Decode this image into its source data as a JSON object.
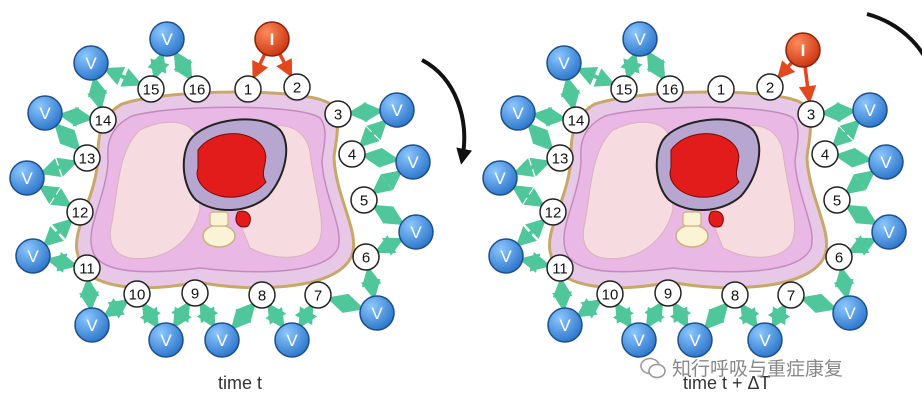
{
  "panels": [
    {
      "caption": "time t",
      "electrodes": [
        "1",
        "2",
        "3",
        "4",
        "5",
        "6",
        "7",
        "8",
        "9",
        "10",
        "11",
        "12",
        "13",
        "14",
        "15",
        "16"
      ],
      "injection_label": "I",
      "injection_electrodes": [
        "1",
        "2"
      ],
      "voltage_label": "V",
      "rotation": "clockwise"
    },
    {
      "caption": "time t + ΔT",
      "electrodes": [
        "1",
        "2",
        "3",
        "4",
        "5",
        "6",
        "7",
        "8",
        "9",
        "10",
        "11",
        "12",
        "13",
        "14",
        "15",
        "16"
      ],
      "injection_label": "I",
      "injection_electrodes": [
        "2",
        "3"
      ],
      "voltage_label": "V",
      "rotation": "clockwise"
    }
  ],
  "watermark": "知行呼吸与重症康复",
  "colors": {
    "current_source": "#e2471d",
    "voltmeter": "#3b8fe0",
    "voltage_lead": "#4fc79a",
    "current_lead": "#e2471d",
    "torso_skin": "#e7c9e7",
    "lung": "#f6dce0",
    "heart": "#e21b1b",
    "pericardium": "#b7a6cf"
  }
}
